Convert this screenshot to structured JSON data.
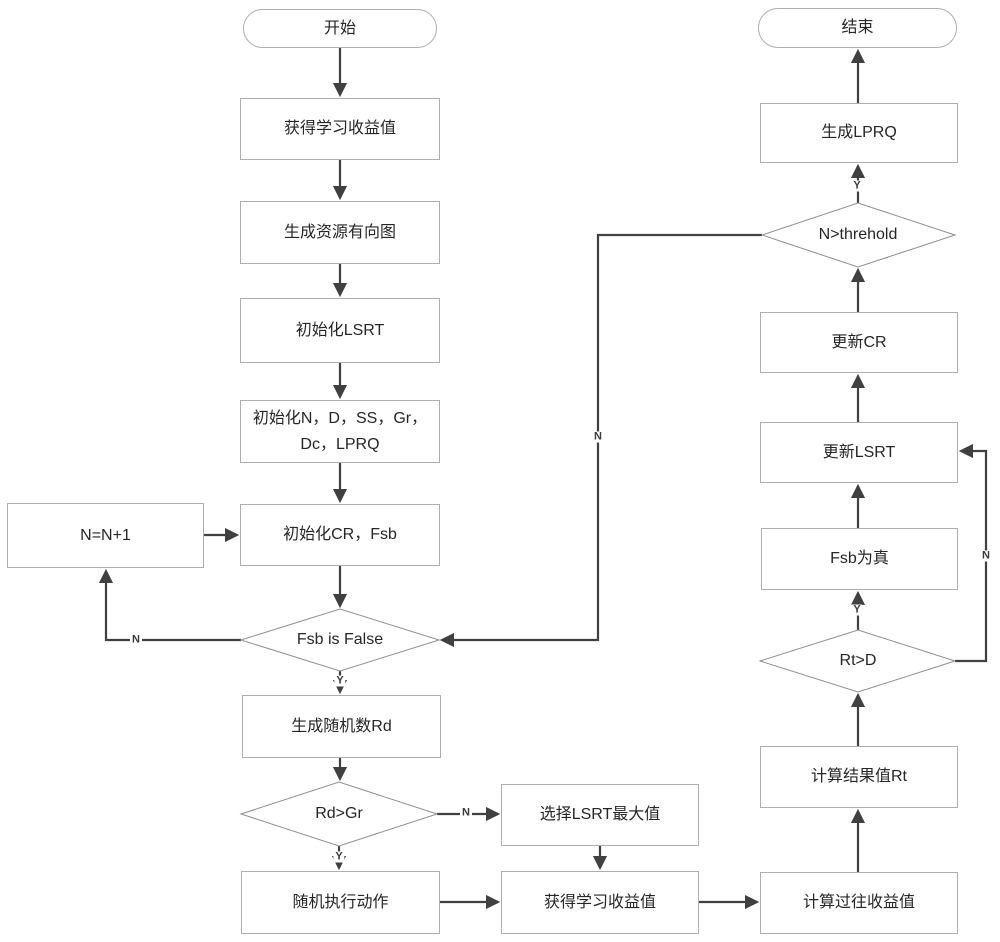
{
  "nodes": {
    "start": {
      "label": "开始"
    },
    "get_gain_top": {
      "label": "获得学习收益值"
    },
    "gen_graph": {
      "label": "生成资源有向图"
    },
    "init_lsrt": {
      "label": "初始化LSRT"
    },
    "init_vars": {
      "label": "初始化N，D，SS，Gr，Dc，LPRQ"
    },
    "init_cr_fsb": {
      "label": "初始化CR，Fsb"
    },
    "n_inc": {
      "label": "N=N+1"
    },
    "fsb_false": {
      "label": "Fsb is False"
    },
    "gen_rd": {
      "label": "生成随机数Rd"
    },
    "rd_gt_gr": {
      "label": "Rd>Gr"
    },
    "random_action": {
      "label": "随机执行动作"
    },
    "select_lsrt_max": {
      "label": "选择LSRT最大值"
    },
    "get_gain_mid": {
      "label": "获得学习收益值"
    },
    "calc_past_gain": {
      "label": "计算过往收益值"
    },
    "calc_rt": {
      "label": "计算结果值Rt"
    },
    "rt_gt_d": {
      "label": "Rt>D"
    },
    "fsb_true": {
      "label": "Fsb为真"
    },
    "update_lsrt": {
      "label": "更新LSRT"
    },
    "update_cr": {
      "label": "更新CR"
    },
    "n_gt_threshold": {
      "label": "N>threhold"
    },
    "gen_lprq": {
      "label": "生成LPRQ"
    },
    "end": {
      "label": "结束"
    }
  },
  "edge_labels": {
    "fsb_false_y": "Y",
    "fsb_false_n": "N",
    "rd_gt_gr_y": "Y",
    "rd_gt_gr_n": "N",
    "rt_gt_d_y": "Y",
    "rt_gt_d_n": "N",
    "n_gt_threshold_y": "Y",
    "n_gt_threshold_n": "N"
  },
  "colors": {
    "arrow": "#404040",
    "box_border": "#aeaeae",
    "diamond_border": "#8f8f8f",
    "text": "#262626",
    "background": "#ffffff"
  }
}
